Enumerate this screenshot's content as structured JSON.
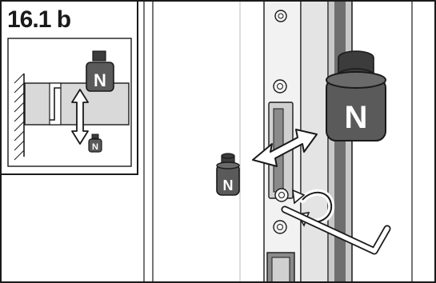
{
  "figure": {
    "label": "16.1 b"
  },
  "weights": {
    "inset_large_letter": "N",
    "inset_small_letter": "N",
    "main_large_letter": "N",
    "main_small_letter": "N"
  },
  "colors": {
    "frame": "#1a1a1a",
    "weight_body": "#5a5a5a",
    "weight_cap": "#3c3c3c",
    "panel_fill": "#d9d9d9",
    "door_gray": "#c8c8c8",
    "strike_dark": "#6e6e6e"
  },
  "icons": [
    "double-arrow-icon",
    "hex-key-icon",
    "rotate-arrow-icon",
    "screw-icon",
    "weight-icon"
  ]
}
